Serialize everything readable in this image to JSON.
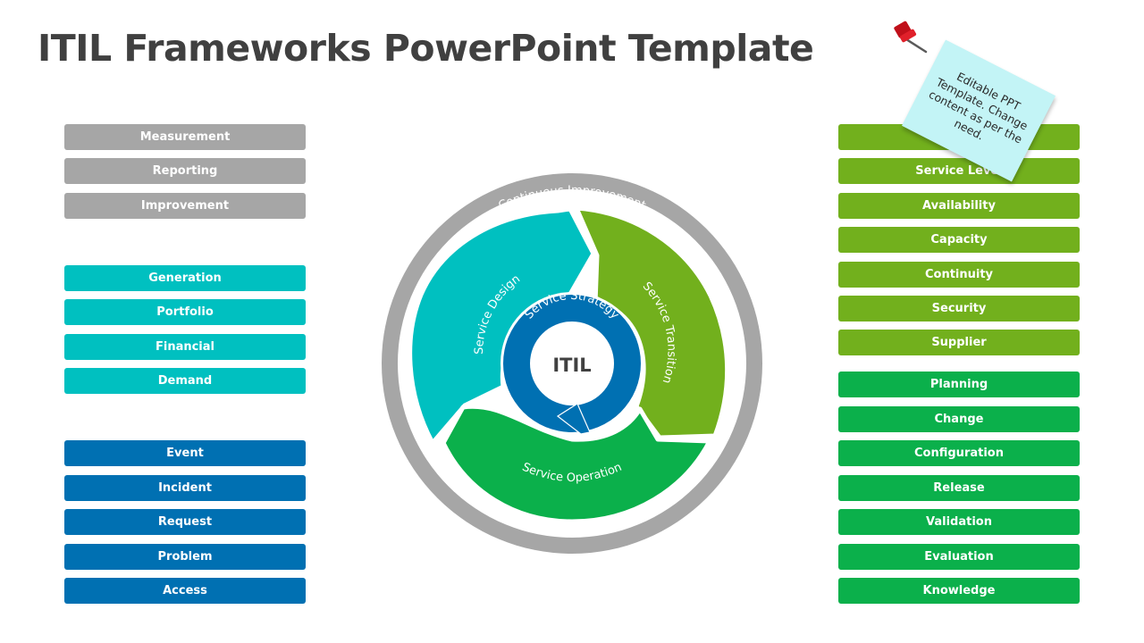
{
  "title": "ITIL Frameworks PowerPoint Template",
  "note": "Editable PPT Template. Change content as per the need.",
  "colors": {
    "gray": "#a6a6a6",
    "teal": "#00c0c0",
    "blue": "#0070b2",
    "lime": "#72b01d",
    "green": "#0bb04b"
  },
  "left_groups": {
    "gray": [
      "Measurement",
      "Reporting",
      "Improvement"
    ],
    "teal": [
      "Generation",
      "Portfolio",
      "Financial",
      "Demand"
    ],
    "blue": [
      "Event",
      "Incident",
      "Request",
      "Problem",
      "Access"
    ]
  },
  "right_groups": {
    "lime": [
      "",
      "Service Level",
      "Availability",
      "Capacity",
      "Continuity",
      "Security",
      "Supplier"
    ],
    "green": [
      "Planning",
      "Change",
      "Configuration",
      "Release",
      "Validation",
      "Evaluation",
      "Knowledge"
    ]
  },
  "diagram": {
    "outer_ring": "Continuous Improvement",
    "design": "Service Design",
    "transition": "Service Transition",
    "operation": "Service Operation",
    "strategy": "Service Strategy",
    "center": "ITIL"
  }
}
